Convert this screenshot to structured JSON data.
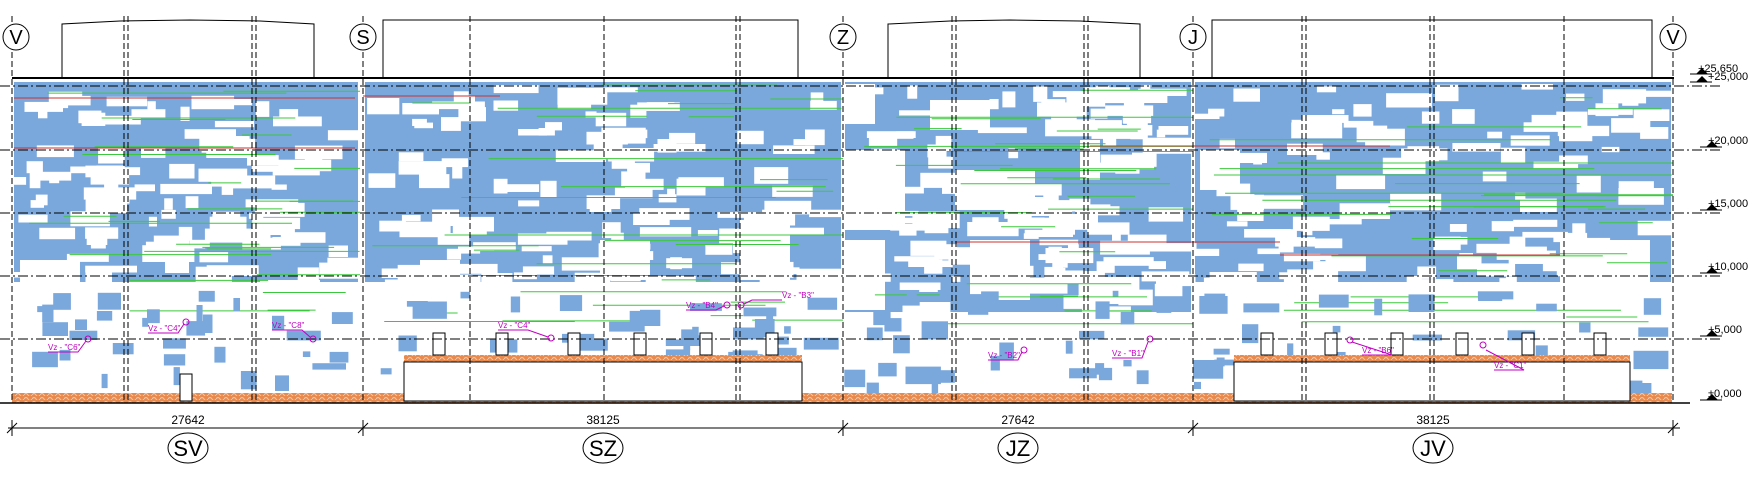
{
  "axes": [
    "V",
    "S",
    "Z",
    "J",
    "V"
  ],
  "elevations": [
    "+25,650",
    "+25,000",
    "+20,000",
    "+15,000",
    "+10,000",
    "+5,000",
    "±0,000"
  ],
  "dimensions": [
    "27642",
    "38125",
    "27642",
    "38125"
  ],
  "faces": [
    "SV",
    "SZ",
    "JZ",
    "JV"
  ],
  "tags": [
    "Vz - \"C6\"",
    "Vz - \"C4\"",
    "Vz - \"C8\"",
    "Vz - \"C4\"",
    "Vz - \"B4\"",
    "Vz - \"B3\"",
    "Vz - \"B2\"",
    "Vz - \"B1\"",
    "Vz - \"B6\"",
    "Vz - \"C1\""
  ],
  "colors": {
    "panel": "#7aa8dc",
    "ground": "#e0844a",
    "green_line": "#3cc83c",
    "red_line": "#c83232",
    "tag": "#c000c0",
    "line": "#000000"
  }
}
